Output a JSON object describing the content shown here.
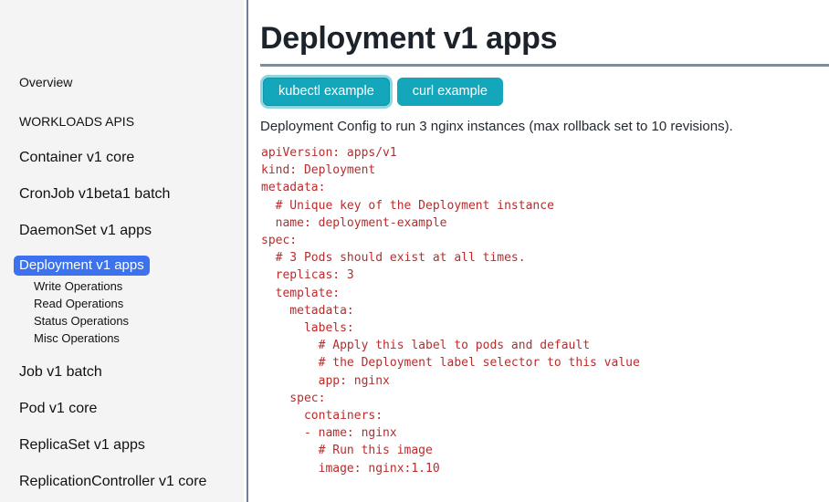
{
  "sidebar": {
    "items": [
      {
        "label": "Overview"
      },
      {
        "label": "WORKLOADS APIS"
      },
      {
        "label": "Container v1 core"
      },
      {
        "label": "CronJob v1beta1 batch"
      },
      {
        "label": "DaemonSet v1 apps"
      },
      {
        "label": "Deployment v1 apps",
        "selected": true
      },
      {
        "label": "Write Operations"
      },
      {
        "label": "Read Operations"
      },
      {
        "label": "Status Operations"
      },
      {
        "label": "Misc Operations"
      },
      {
        "label": "Job v1 batch"
      },
      {
        "label": "Pod v1 core"
      },
      {
        "label": "ReplicaSet v1 apps"
      },
      {
        "label": "ReplicationController v1 core"
      }
    ]
  },
  "main": {
    "title": "Deployment v1 apps",
    "buttons": [
      {
        "label": "kubectl example",
        "active": true
      },
      {
        "label": "curl example",
        "active": false
      }
    ],
    "description": "Deployment Config to run 3 nginx instances (max rollback set to 10 revisions).",
    "code": "apiVersion: apps/v1\nkind: Deployment\nmetadata:\n  # Unique key of the Deployment instance\n  name: deployment-example\nspec:\n  # 3 Pods should exist at all times.\n  replicas: 3\n  template:\n    metadata:\n      labels:\n        # Apply this label to pods and default\n        # the Deployment label selector to this value\n        app: nginx\n    spec:\n      containers:\n      - name: nginx\n        # Run this image\n        image: nginx:1.10"
  },
  "colors": {
    "sidebar_background": "#f4f4f5",
    "divider": "#6f8096",
    "selected_item_blue": "#3c72ee",
    "button_teal": "#14a7bc",
    "active_button_outline": "#8ed6e2",
    "title_rule_gray": "#7e8c9e",
    "code_red": "#b92c2c"
  }
}
